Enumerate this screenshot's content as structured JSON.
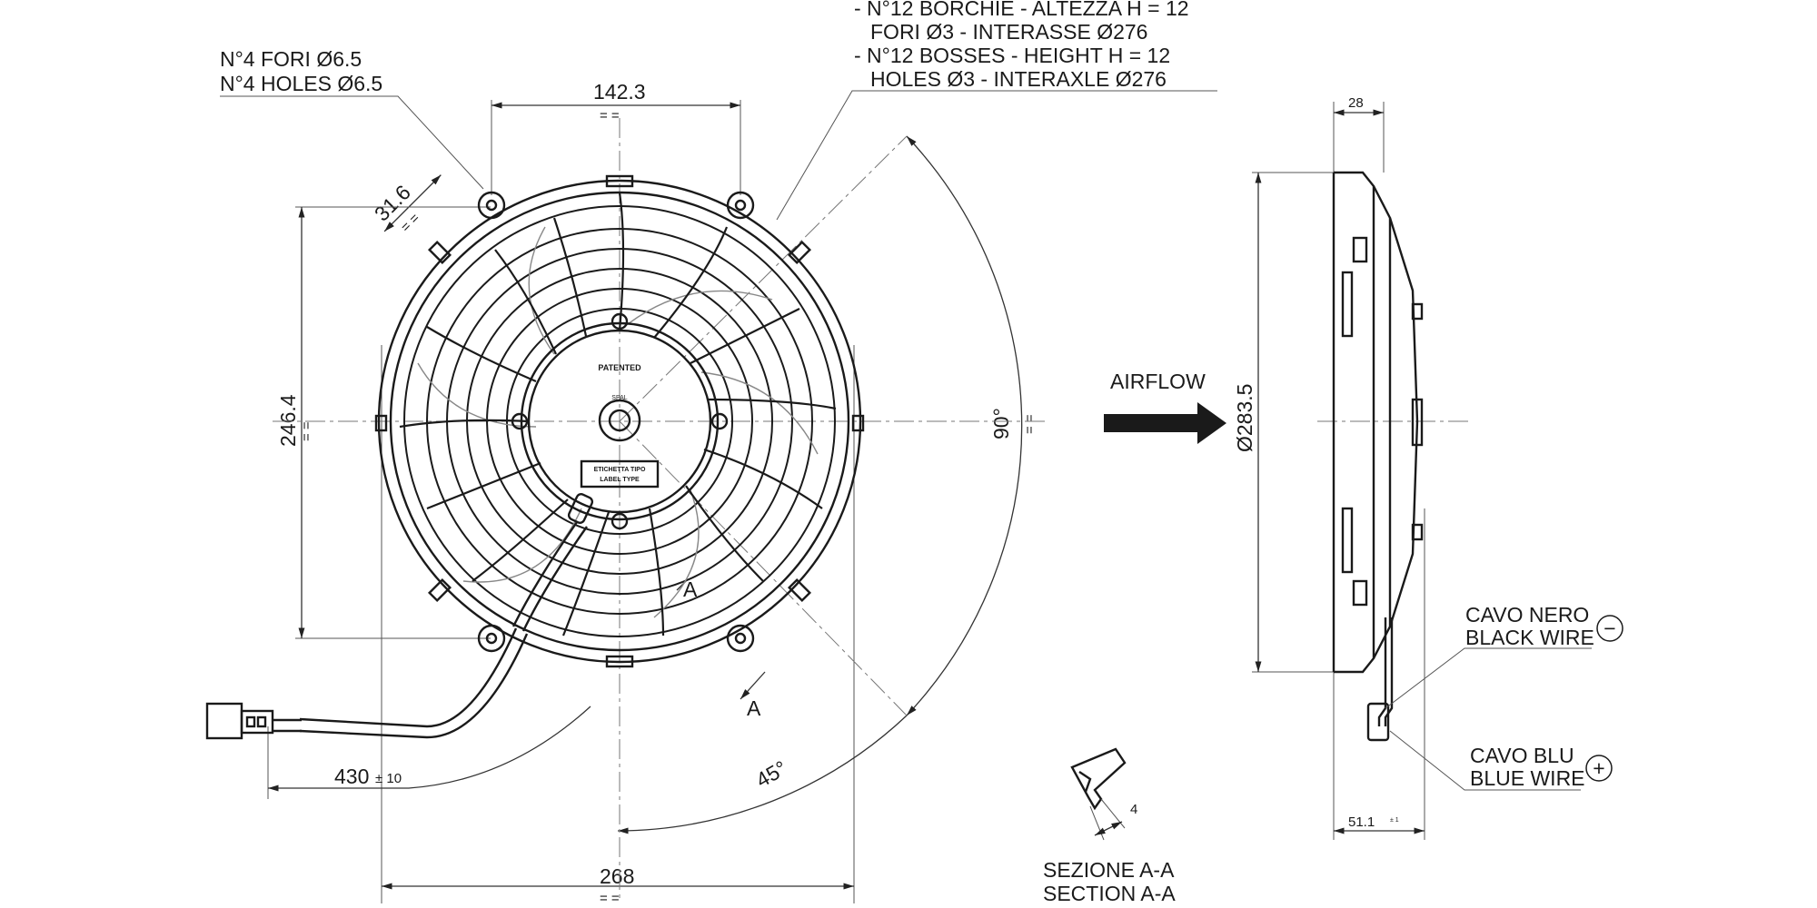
{
  "notes": {
    "holes_it": "N°4 FORI Ø6.5",
    "holes_en": "N°4 HOLES Ø6.5",
    "bosses_it_1": "- N°12 BORCHIE - ALTEZZA H = 12",
    "bosses_it_2": "FORI Ø3 - INTERASSE Ø276",
    "bosses_en_1": "- N°12 BOSSES - HEIGHT H = 12",
    "bosses_en_2": "HOLES Ø3 - INTERAXLE Ø276"
  },
  "dimensions": {
    "top_width": "142.3",
    "slot": "31.6",
    "height": "246.4",
    "cable_length": "430",
    "cable_tol": "± 10",
    "overall_width": "268",
    "angle_90": "90°",
    "angle_45": "45°",
    "depth_top": "28",
    "diameter": "Ø283.5",
    "depth_bottom": "51.1",
    "depth_tol": "± 1",
    "section_dim": "4",
    "equal": "= ="
  },
  "hub": {
    "patented": "PATENTED",
    "label_it": "ETICHETTA TIPO",
    "label_en": "LABEL TYPE",
    "brand": "SPAL"
  },
  "airflow": "AIRFLOW",
  "section_marker": "A",
  "section": {
    "title_it": "SEZIONE A-A",
    "title_en": "SECTION A-A"
  },
  "wires": {
    "black_it": "CAVO NERO",
    "black_en": "BLACK WIRE",
    "black_symbol": "−",
    "blue_it": "CAVO BLU",
    "blue_en": "BLUE WIRE",
    "blue_symbol": "+"
  }
}
